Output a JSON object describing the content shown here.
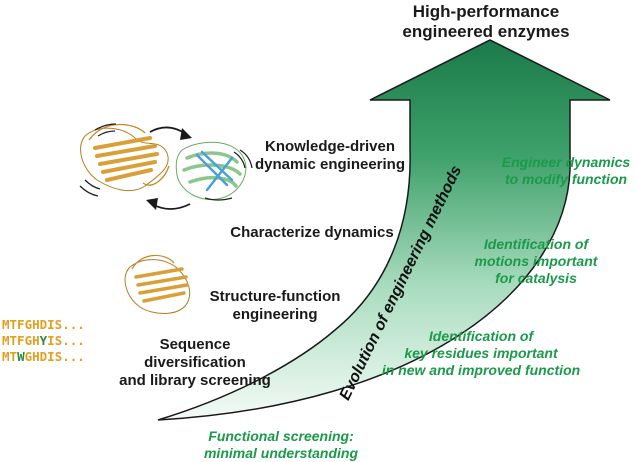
{
  "title_lines": [
    "High-performance",
    "engineered enzymes"
  ],
  "arrow_label": "Evolution of engineering methods",
  "stages": [
    {
      "lines": [
        "Knowledge-driven",
        "dynamic engineering"
      ]
    },
    {
      "lines": [
        "Characterize dynamics"
      ]
    },
    {
      "lines": [
        "Structure-function",
        "engineering"
      ]
    },
    {
      "lines": [
        "Sequence",
        "diversification",
        "and library screening"
      ]
    }
  ],
  "annotations": [
    {
      "lines": [
        "Engineer dynamics",
        "to modify function"
      ]
    },
    {
      "lines": [
        "Identification of",
        "motions important",
        "for catalysis"
      ]
    },
    {
      "lines": [
        "Identification of",
        "key residues important",
        "in new and improved function"
      ]
    },
    {
      "lines": [
        "Functional screening:",
        "minimal understanding"
      ]
    }
  ],
  "sequences": [
    {
      "prefix": "MTFGHDIS...",
      "mutation": "",
      "suffix": ""
    },
    {
      "prefix": "MTFGH",
      "mutation": "Y",
      "suffix": "IS..."
    },
    {
      "prefix": "MT",
      "mutation": "W",
      "suffix": "GHDIS..."
    }
  ],
  "colors": {
    "arrow_dark": "#1a7a4a",
    "arrow_light": "#f4fbf7",
    "annotation": "#1a9a4a",
    "sequence": "#e0a020",
    "mutation": "#2e8b3a",
    "protein_gold": "#d9a03a",
    "protein_green": "#8dc68a",
    "protein_blue": "#4aa0d8"
  }
}
